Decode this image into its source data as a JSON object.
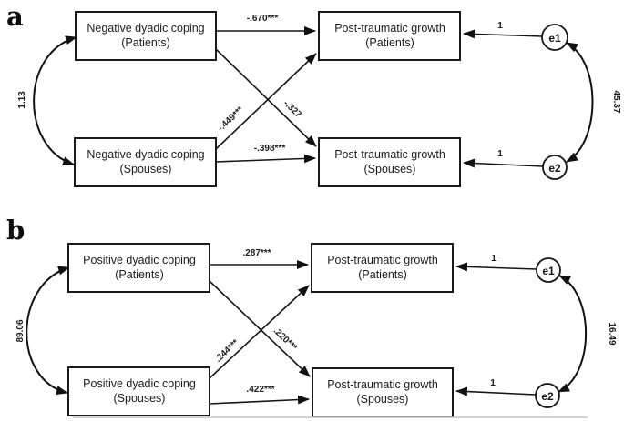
{
  "figure": {
    "kind": "structural-equation-path-diagram",
    "colors": {
      "background": "#ffffff",
      "ink": "#161616",
      "rule": "#c3c3c3"
    }
  },
  "panel_a": {
    "label": "a",
    "boxes": {
      "coping_patients": {
        "line1": "Negative dyadic coping",
        "line2": "(Patients)"
      },
      "coping_spouses": {
        "line1": "Negative dyadic coping",
        "line2": "(Spouses)"
      },
      "growth_patients": {
        "line1": "Post-traumatic growth",
        "line2": "(Patients)"
      },
      "growth_spouses": {
        "line1": "Post-traumatic growth",
        "line2": "(Spouses)"
      }
    },
    "errors": {
      "e1": "e1",
      "e2": "e2"
    },
    "coefficients": {
      "actor_patients": "-.670***",
      "partner_spouses_to_patients": "-.449***",
      "partner_patients_to_spouses": "-.327",
      "actor_spouses": "-.398***",
      "coping_covariance": "1.13",
      "error_covariance": "45.37",
      "e1_loading": "1",
      "e2_loading": "1"
    }
  },
  "panel_b": {
    "label": "b",
    "boxes": {
      "coping_patients": {
        "line1": "Positive dyadic coping",
        "line2": "(Patients)"
      },
      "coping_spouses": {
        "line1": "Positive dyadic coping",
        "line2": "(Spouses)"
      },
      "growth_patients": {
        "line1": "Post-traumatic growth",
        "line2": "(Patients)"
      },
      "growth_spouses": {
        "line1": "Post-traumatic growth",
        "line2": "(Spouses)"
      }
    },
    "errors": {
      "e1": "e1",
      "e2": "e2"
    },
    "coefficients": {
      "actor_patients": ".287***",
      "partner_spouses_to_patients": ".244***",
      "partner_patients_to_spouses": ".220***",
      "actor_spouses": ".422***",
      "coping_covariance": "89.06",
      "error_covariance": "16.49",
      "e1_loading": "1",
      "e2_loading": "1"
    }
  }
}
